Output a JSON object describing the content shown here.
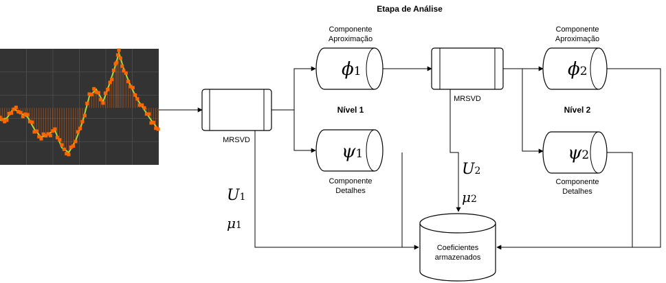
{
  "title": "Etapa de Análise",
  "mrsvd1_label": "MRSVD",
  "mrsvd2_label": "MRSVD",
  "approx1_label_line1": "Componente",
  "approx1_label_line2": "Aproximação",
  "approx2_label_line1": "Componente",
  "approx2_label_line2": "Aproximação",
  "detail1_label_line1": "Componente",
  "detail1_label_line2": "Detalhes",
  "detail2_label_line1": "Componente",
  "detail2_label_line2": "Detalhes",
  "level1_label": "Nível 1",
  "level2_label": "Nível 2",
  "store_line1": "Coeficientes",
  "store_line2": "armazenados",
  "phi1_symbol": "ϕ",
  "phi1_sub": "1",
  "phi2_symbol": "ϕ",
  "phi2_sub": "2",
  "psi1_symbol": "ψ",
  "psi1_sub": "1",
  "psi2_symbol": "ψ",
  "psi2_sub": "2",
  "u1_symbol": "U",
  "u1_sub": "1",
  "mu1_symbol": "μ",
  "mu1_sub": "1",
  "u2_symbol": "U",
  "u2_sub": "2",
  "mu2_symbol": "μ",
  "mu2_sub": "2",
  "colors": {
    "plot_background": "#333333",
    "plot_grid": "#4a4a4a",
    "signal_line": "#a8d93a",
    "signal_points": "#ff6600"
  }
}
